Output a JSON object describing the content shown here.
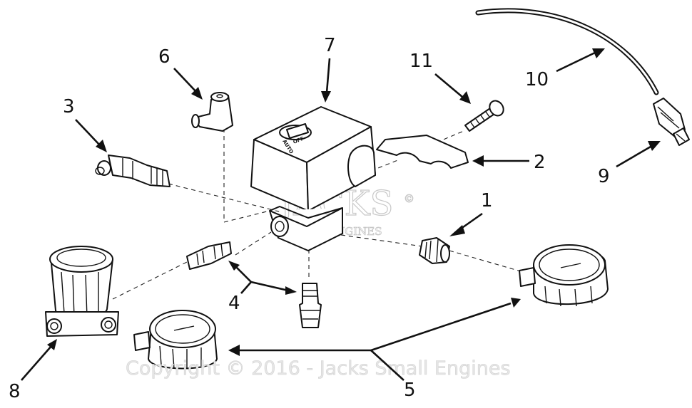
{
  "callouts": {
    "c1": "1",
    "c2": "2",
    "c3": "3",
    "c4": "4",
    "c5": "5",
    "c6": "6",
    "c7": "7",
    "c8": "8",
    "c9": "9",
    "c10": "10",
    "c11": "11"
  },
  "knob": {
    "auto": "AUTO",
    "off": "OFF"
  },
  "watermark": {
    "logo": "JACKS",
    "registered": "©",
    "subtitle": "SMALL ENGINES"
  },
  "copyright": "Copyright © 2016 - Jacks Small Engines"
}
